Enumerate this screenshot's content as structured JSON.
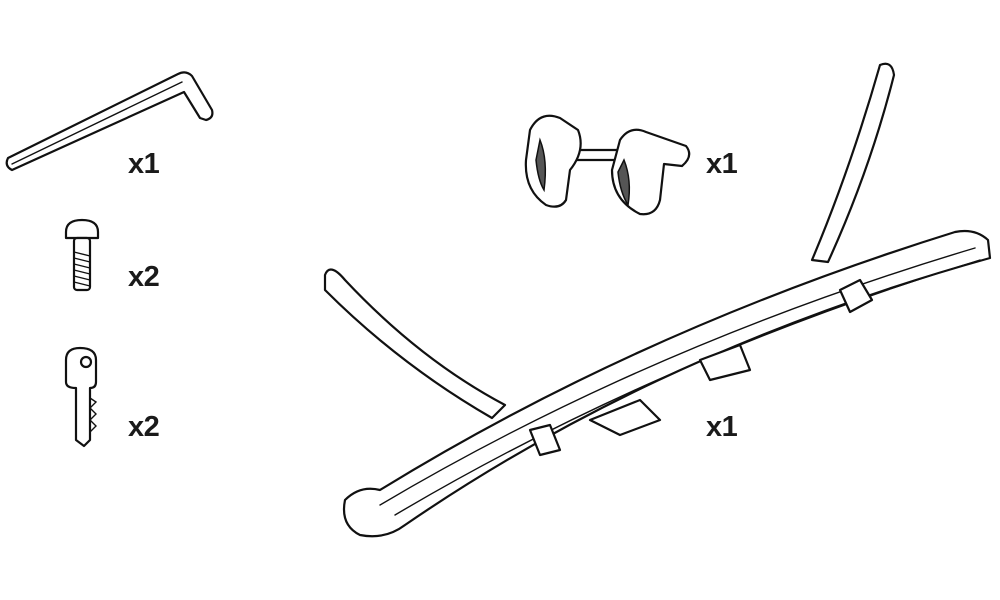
{
  "parts": [
    {
      "name": "hex-key",
      "quantity": "x1"
    },
    {
      "name": "bolt",
      "quantity": "x2"
    },
    {
      "name": "key",
      "quantity": "x2"
    },
    {
      "name": "wheel-clamp",
      "quantity": "x1"
    },
    {
      "name": "rail-with-arms",
      "quantity": "x1"
    }
  ]
}
